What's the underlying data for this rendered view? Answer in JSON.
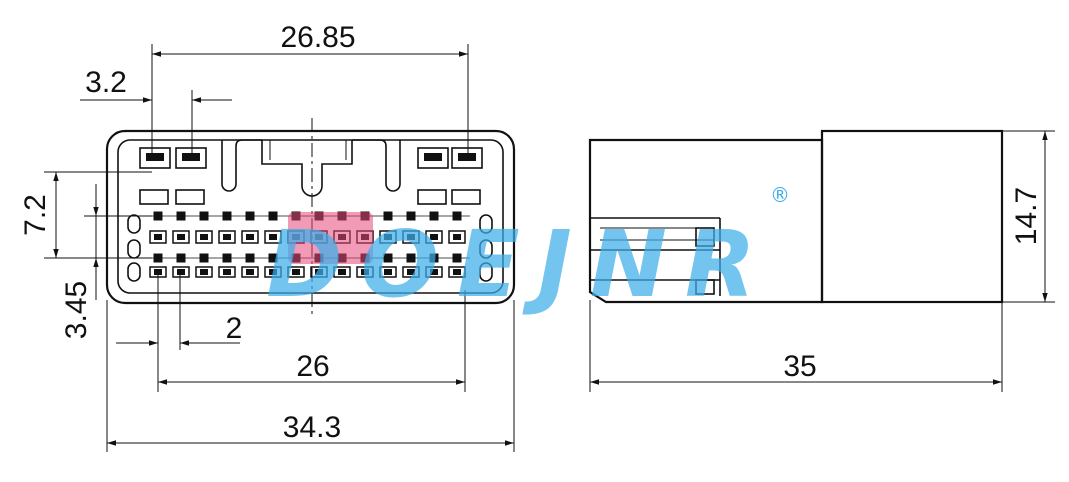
{
  "front_view": {
    "dim_width_pitch": "26.85",
    "dim_pin_pitch_top": "3.2",
    "dim_height_rows": "7.2",
    "dim_row_pitch": "3.45",
    "dim_pin_pitch_bottom": "2",
    "dim_pin_span": "26",
    "dim_total_width": "34.3"
  },
  "side_view": {
    "dim_length": "35",
    "dim_height": "14.7"
  },
  "watermark": {
    "brand": "DOEJNR",
    "registered": "®",
    "color": "#3daee9",
    "accent_color": "#e5487a"
  }
}
